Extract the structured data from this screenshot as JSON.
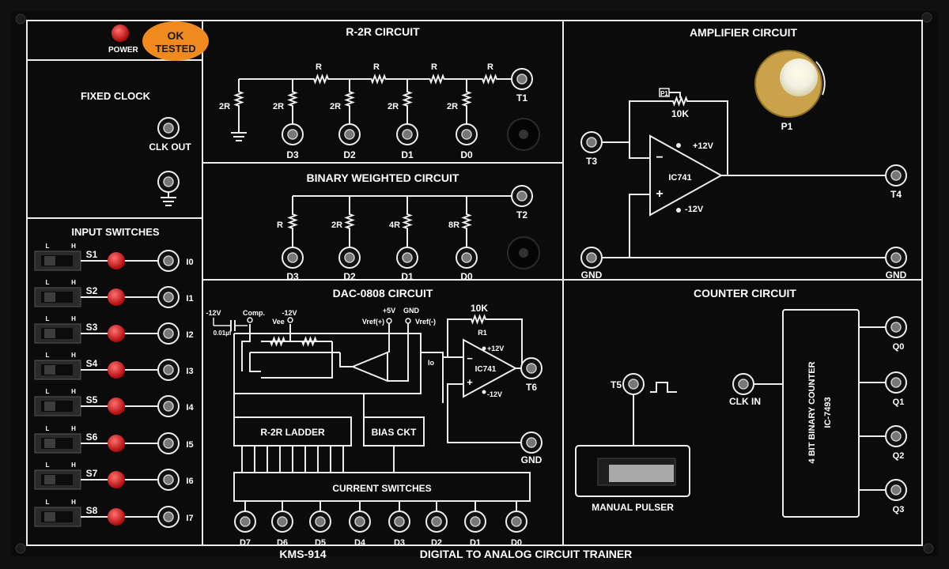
{
  "power": {
    "label": "POWER"
  },
  "sticker": {
    "line1": "OK",
    "line2": "TESTED"
  },
  "clock": {
    "title": "FIXED CLOCK",
    "out_label": "CLK OUT"
  },
  "switches": {
    "title": "INPUT SWITCHES",
    "low": "L",
    "high": "H",
    "items": [
      {
        "name": "S1",
        "out": "I0"
      },
      {
        "name": "S2",
        "out": "I1"
      },
      {
        "name": "S3",
        "out": "I2"
      },
      {
        "name": "S4",
        "out": "I3"
      },
      {
        "name": "S5",
        "out": "I4"
      },
      {
        "name": "S6",
        "out": "I5"
      },
      {
        "name": "S7",
        "out": "I6"
      },
      {
        "name": "S8",
        "out": "I7"
      }
    ]
  },
  "r2r": {
    "title": "R-2R CIRCUIT",
    "r_label": "R",
    "rung_labels": [
      "2R",
      "2R",
      "2R",
      "2R",
      "2R"
    ],
    "inputs": [
      "D3",
      "D2",
      "D1",
      "D0"
    ],
    "out": "T1"
  },
  "binary": {
    "title": "BINARY WEIGHTED CIRCUIT",
    "resistors": [
      "R",
      "2R",
      "4R",
      "8R"
    ],
    "inputs": [
      "D3",
      "D2",
      "D1",
      "D0"
    ],
    "out": "T2"
  },
  "amp": {
    "title": "AMPLIFIER CIRCUIT",
    "pot_label": "P1",
    "pot_value": "10K",
    "knob_label": "P1",
    "ic": "IC741",
    "vpos": "+12V",
    "vneg": "-12V",
    "minus": "−",
    "plus": "+",
    "in": "T3",
    "out": "T4",
    "gnd_left": "GND",
    "gnd_right": "GND"
  },
  "dac": {
    "title": "DAC-0808 CIRCUIT",
    "neg12": "-12V",
    "cap": "0.01µf",
    "comp": "Comp.",
    "vee": "Vee",
    "vee_v": "-12V",
    "plus5": "+5V",
    "gnd_lbl": "GND",
    "vrefp": "Vref(+)",
    "vrefn": "Vref(-)",
    "rf": "10K",
    "r1": "R1",
    "ic": "IC741",
    "vpos": "+12V",
    "vneg": "-12V",
    "io": "Io",
    "out": "T6",
    "gnd": "GND",
    "ladder": "R-2R LADDER",
    "bias": "BIAS CKT",
    "switches": "CURRENT SWITCHES",
    "bits": [
      "D7",
      "D6",
      "D5",
      "D4",
      "D3",
      "D2",
      "D1",
      "D0"
    ]
  },
  "counter": {
    "title": "COUNTER CIRCUIT",
    "clk_in": "CLK IN",
    "t5": "T5",
    "pulser": "MANUAL PULSER",
    "chip1": "4 BIT BINARY COUNTER",
    "chip2": "IC-7493",
    "outs": [
      "Q0",
      "Q1",
      "Q2",
      "Q3"
    ]
  },
  "footer": {
    "model": "KMS-914",
    "name": "DIGITAL TO ANALOG CIRCUIT TRAINER"
  },
  "colors": {
    "panel": "#0b0b0b",
    "line": "#eeeeee",
    "led": "#d81818",
    "sticker": "#f08a1e",
    "knob": "#c9a24a"
  }
}
